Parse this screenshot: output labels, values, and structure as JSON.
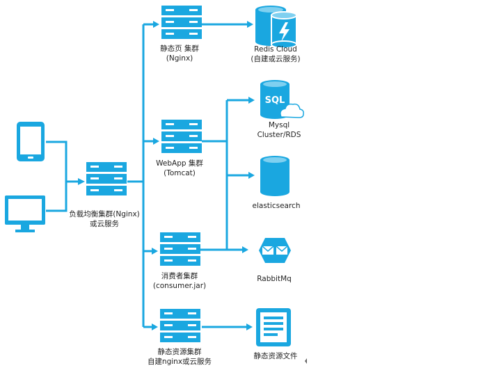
{
  "clients": {
    "phone": {
      "icon": "mobile-phone-icon"
    },
    "monitor": {
      "icon": "desktop-monitor-icon"
    }
  },
  "lb": {
    "line1": "负载均衡集群(Nginx)",
    "line2": "或云服务"
  },
  "static_cluster": {
    "line1": "静态页 集群",
    "line2": "(Nginx)"
  },
  "webapp_cluster": {
    "line1": "WebApp 集群",
    "line2": "(Tomcat)"
  },
  "consumer_cluster": {
    "line1": "消费者集群",
    "line2": "(consumer.jar)"
  },
  "res_cluster": {
    "line1": "静态资源集群",
    "line2": "自建nginx或云服务"
  },
  "redis": {
    "line1": "Redis Cloud",
    "line2": "(自建或云服务)"
  },
  "mysql": {
    "badge": "SQL",
    "line1": "Mysql",
    "line2": "Cluster/RDS"
  },
  "es": {
    "line1": "elasticsearch"
  },
  "mq": {
    "line1": "RabbitMq"
  },
  "files": {
    "line1": "静态资源文件"
  },
  "colors": {
    "accent": "#1aa7e0",
    "text": "#1f1f1f",
    "background": "#ffffff"
  }
}
